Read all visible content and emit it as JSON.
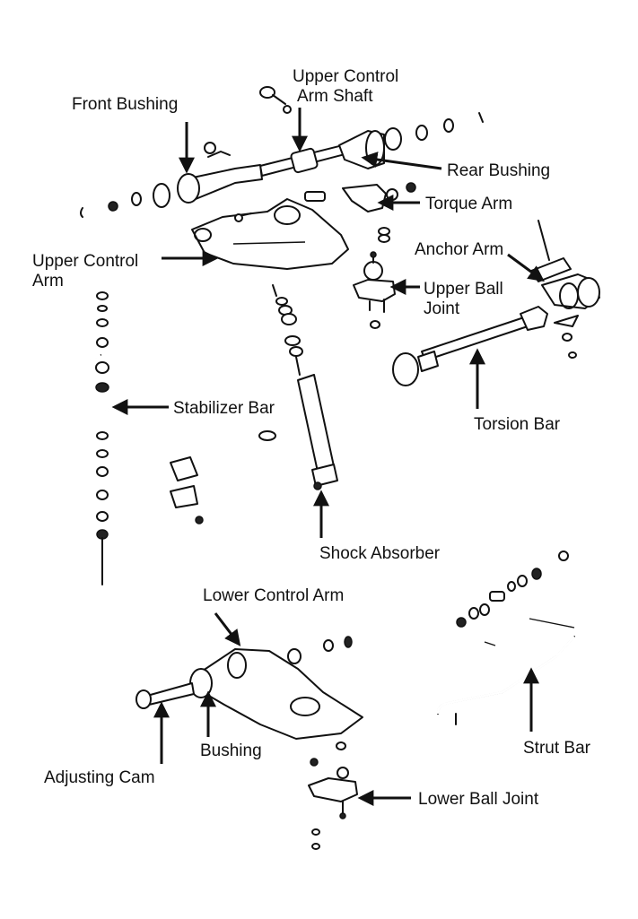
{
  "labels": {
    "upper_control_arm_shaft_line1": "Upper Control",
    "upper_control_arm_shaft_line2": "Arm Shaft",
    "front_bushing": "Front Bushing",
    "rear_bushing": "Rear Bushing",
    "torque_arm": "Torque Arm",
    "upper_control_arm_line1": "Upper Control",
    "upper_control_arm_line2": "Arm",
    "anchor_arm": "Anchor Arm",
    "upper_ball_joint_line1": "Upper Ball",
    "upper_ball_joint_line2": "Joint",
    "stabilizer_bar": "Stabilizer Bar",
    "torsion_bar": "Torsion Bar",
    "shock_absorber": "Shock Absorber",
    "lower_control_arm": "Lower Control Arm",
    "bushing": "Bushing",
    "strut_bar": "Strut Bar",
    "adjusting_cam": "Adjusting Cam",
    "lower_ball_joint": "Lower Ball Joint"
  }
}
